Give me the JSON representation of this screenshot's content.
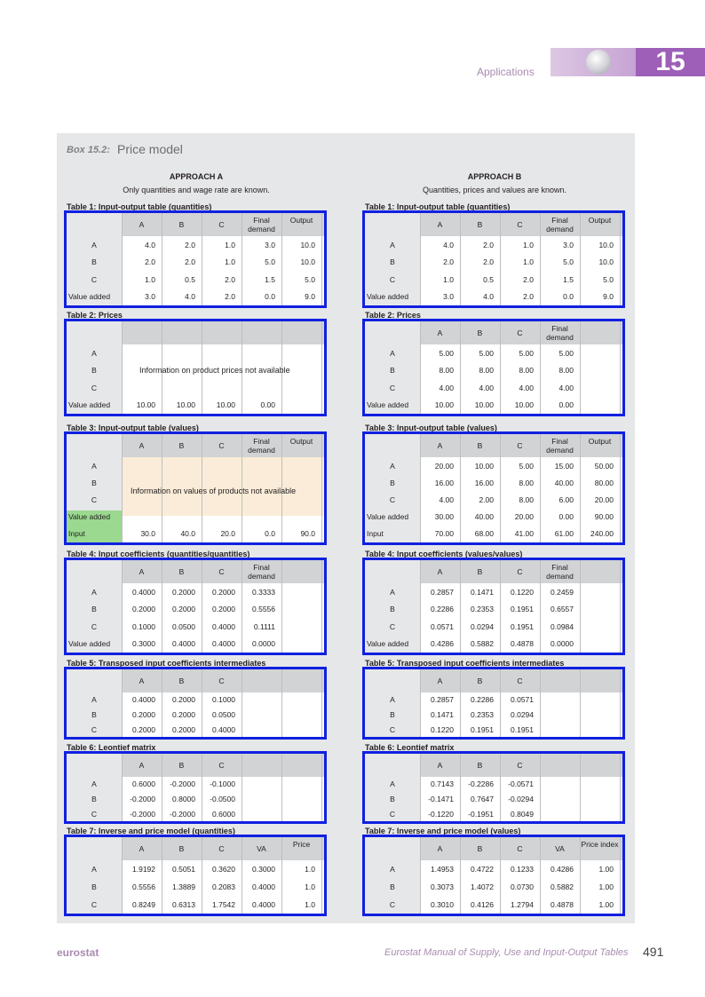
{
  "header": {
    "section": "Applications",
    "chapter": "15"
  },
  "box": {
    "label": "Box 15.2:",
    "title": "Price model",
    "approach_a": {
      "title": "APPROACH A",
      "subtitle": "Only quantities and wage rate are known."
    },
    "approach_b": {
      "title": "APPROACH B",
      "subtitle": "Quantities, prices and values are known."
    }
  },
  "tables_a": [
    {
      "caption": "Table 1: Input-output table (quantities)",
      "headers": [
        "A",
        "B",
        "C",
        "Final demand",
        "Output"
      ],
      "rows": [
        {
          "label": "A",
          "cells": [
            "4.0",
            "2.0",
            "1.0",
            "3.0",
            "10.0"
          ]
        },
        {
          "label": "B",
          "cells": [
            "2.0",
            "2.0",
            "1.0",
            "5.0",
            "10.0"
          ]
        },
        {
          "label": "C",
          "cells": [
            "1.0",
            "0.5",
            "2.0",
            "1.5",
            "5.0"
          ]
        },
        {
          "label": "Value added",
          "cells": [
            "3.0",
            "4.0",
            "2.0",
            "0.0",
            "9.0"
          ]
        }
      ]
    },
    {
      "caption": "Table 2: Prices",
      "rows": [
        "A",
        "B",
        "C"
      ],
      "info": "Information on product prices not available",
      "va_label": "Value added",
      "va_cells": [
        "10.00",
        "10.00",
        "10.00",
        "0.00"
      ]
    },
    {
      "caption": "Table 3: Input-output table (values)",
      "headers": [
        "A",
        "B",
        "C",
        "Final demand",
        "Output"
      ],
      "rows": [
        "A",
        "B",
        "C"
      ],
      "info": "Information on values of products not available",
      "va_label": "Value added",
      "input_label": "Input",
      "va_cells": [
        "30.0",
        "40.0",
        "20.0",
        "0.0",
        "90.0"
      ]
    },
    {
      "caption": "Table 4: Input coefficients (quantities/quantities)",
      "headers": [
        "A",
        "B",
        "C",
        "Final demand"
      ],
      "rows": [
        {
          "label": "A",
          "cells": [
            "0.4000",
            "0.2000",
            "0.2000",
            "0.3333"
          ]
        },
        {
          "label": "B",
          "cells": [
            "0.2000",
            "0.2000",
            "0.2000",
            "0.5556"
          ]
        },
        {
          "label": "C",
          "cells": [
            "0.1000",
            "0.0500",
            "0.4000",
            "0.1111"
          ]
        },
        {
          "label": "Value added",
          "cells": [
            "0.3000",
            "0.4000",
            "0.4000",
            "0.0000"
          ]
        }
      ]
    },
    {
      "caption": "Table 5: Transposed input coefficients intermediates",
      "headers": [
        "A",
        "B",
        "C"
      ],
      "rows": [
        {
          "label": "A",
          "cells": [
            "0.4000",
            "0.2000",
            "0.1000"
          ]
        },
        {
          "label": "B",
          "cells": [
            "0.2000",
            "0.2000",
            "0.0500"
          ]
        },
        {
          "label": "C",
          "cells": [
            "0.2000",
            "0.2000",
            "0.4000"
          ]
        }
      ]
    },
    {
      "caption": "Table 6: Leontief matrix",
      "headers": [
        "A",
        "B",
        "C"
      ],
      "rows": [
        {
          "label": "A",
          "cells": [
            "0.6000",
            "-0.2000",
            "-0.1000"
          ]
        },
        {
          "label": "B",
          "cells": [
            "-0.2000",
            "0.8000",
            "-0.0500"
          ]
        },
        {
          "label": "C",
          "cells": [
            "-0.2000",
            "-0.2000",
            "0.6000"
          ]
        }
      ]
    },
    {
      "caption": "Table 7: Inverse and price model (quantities)",
      "headers": [
        "A",
        "B",
        "C",
        "VA",
        "Price"
      ],
      "rows": [
        {
          "label": "A",
          "cells": [
            "1.9192",
            "0.5051",
            "0.3620",
            "0.3000",
            "1.0"
          ]
        },
        {
          "label": "B",
          "cells": [
            "0.5556",
            "1.3889",
            "0.2083",
            "0.4000",
            "1.0"
          ]
        },
        {
          "label": "C",
          "cells": [
            "0.8249",
            "0.6313",
            "1.7542",
            "0.4000",
            "1.0"
          ]
        }
      ]
    }
  ],
  "tables_b": [
    {
      "caption": "Table 1: Input-output table (quantities)",
      "headers": [
        "A",
        "B",
        "C",
        "Final demand",
        "Output"
      ],
      "rows": [
        {
          "label": "A",
          "cells": [
            "4.0",
            "2.0",
            "1.0",
            "3.0",
            "10.0"
          ]
        },
        {
          "label": "B",
          "cells": [
            "2.0",
            "2.0",
            "1.0",
            "5.0",
            "10.0"
          ]
        },
        {
          "label": "C",
          "cells": [
            "1.0",
            "0.5",
            "2.0",
            "1.5",
            "5.0"
          ]
        },
        {
          "label": "Value added",
          "cells": [
            "3.0",
            "4.0",
            "2.0",
            "0.0",
            "9.0"
          ]
        }
      ]
    },
    {
      "caption": "Table 2: Prices",
      "headers": [
        "A",
        "B",
        "C",
        "Final demand"
      ],
      "rows": [
        {
          "label": "A",
          "cells": [
            "5.00",
            "5.00",
            "5.00",
            "5.00"
          ]
        },
        {
          "label": "B",
          "cells": [
            "8.00",
            "8.00",
            "8.00",
            "8.00"
          ]
        },
        {
          "label": "C",
          "cells": [
            "4.00",
            "4.00",
            "4.00",
            "4.00"
          ]
        },
        {
          "label": "Value added",
          "cells": [
            "10.00",
            "10.00",
            "10.00",
            "0.00"
          ]
        }
      ]
    },
    {
      "caption": "Table 3: Input-output table (values)",
      "headers": [
        "A",
        "B",
        "C",
        "Final demand",
        "Output"
      ],
      "rows": [
        {
          "label": "A",
          "cells": [
            "20.00",
            "10.00",
            "5.00",
            "15.00",
            "50.00"
          ]
        },
        {
          "label": "B",
          "cells": [
            "16.00",
            "16.00",
            "8.00",
            "40.00",
            "80.00"
          ]
        },
        {
          "label": "C",
          "cells": [
            "4.00",
            "2.00",
            "8.00",
            "6.00",
            "20.00"
          ]
        },
        {
          "label": "Value added",
          "cells": [
            "30.00",
            "40.00",
            "20.00",
            "0.00",
            "90.00"
          ]
        },
        {
          "label": "Input",
          "cells": [
            "70.00",
            "68.00",
            "41.00",
            "61.00",
            "240.00"
          ]
        }
      ]
    },
    {
      "caption": "Table 4: Input coefficients (values/values)",
      "headers": [
        "A",
        "B",
        "C",
        "Final demand"
      ],
      "rows": [
        {
          "label": "A",
          "cells": [
            "0.2857",
            "0.1471",
            "0.1220",
            "0.2459"
          ]
        },
        {
          "label": "B",
          "cells": [
            "0.2286",
            "0.2353",
            "0.1951",
            "0.6557"
          ]
        },
        {
          "label": "C",
          "cells": [
            "0.0571",
            "0.0294",
            "0.1951",
            "0.0984"
          ]
        },
        {
          "label": "Value added",
          "cells": [
            "0.4286",
            "0.5882",
            "0.4878",
            "0.0000"
          ]
        }
      ]
    },
    {
      "caption": "Table 5: Transposed input coefficients intermediates",
      "headers": [
        "A",
        "B",
        "C"
      ],
      "rows": [
        {
          "label": "A",
          "cells": [
            "0.2857",
            "0.2286",
            "0.0571"
          ]
        },
        {
          "label": "B",
          "cells": [
            "0.1471",
            "0.2353",
            "0.0294"
          ]
        },
        {
          "label": "C",
          "cells": [
            "0.1220",
            "0.1951",
            "0.1951"
          ]
        }
      ]
    },
    {
      "caption": "Table 6: Leontief matrix",
      "headers": [
        "A",
        "B",
        "C"
      ],
      "rows": [
        {
          "label": "A",
          "cells": [
            "0.7143",
            "-0.2286",
            "-0.0571"
          ]
        },
        {
          "label": "B",
          "cells": [
            "-0.1471",
            "0.7647",
            "-0.0294"
          ]
        },
        {
          "label": "C",
          "cells": [
            "-0.1220",
            "-0.1951",
            "0.8049"
          ]
        }
      ]
    },
    {
      "caption": "Table 7: Inverse and price model (values)",
      "headers": [
        "A",
        "B",
        "C",
        "VA",
        "Price index"
      ],
      "rows": [
        {
          "label": "A",
          "cells": [
            "1.4953",
            "0.4722",
            "0.1233",
            "0.4286",
            "1.00"
          ]
        },
        {
          "label": "B",
          "cells": [
            "0.3073",
            "1.4072",
            "0.0730",
            "0.5882",
            "1.00"
          ]
        },
        {
          "label": "C",
          "cells": [
            "0.3010",
            "0.4126",
            "1.2794",
            "0.4878",
            "1.00"
          ]
        }
      ]
    }
  ],
  "footer": {
    "logo": "eurostat",
    "manual": "Eurostat Manual of Supply, Use and Input-Output Tables",
    "page": "491"
  }
}
